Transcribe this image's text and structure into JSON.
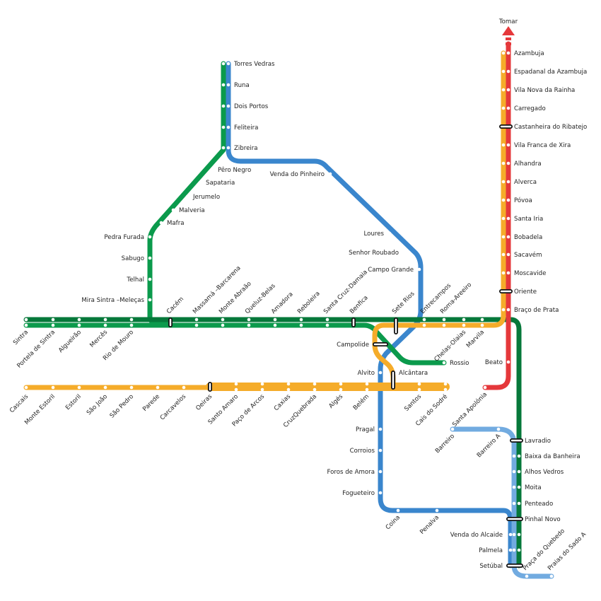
{
  "colors": {
    "green": "#0b9a4c",
    "dark_green": "#06783a",
    "blue": "#3a86cd",
    "orange": "#f5ac2a",
    "red": "#e5383b",
    "light_blue": "#72abe0"
  },
  "terminus": {
    "label": "Tomar",
    "icon": "arrow-up-icon"
  },
  "stations": {
    "sintra_line": [
      "Sintra",
      "Portela de Sintra",
      "Algueirão",
      "Mercês",
      "Rio de Mouro"
    ],
    "main_above": [
      "Cacém",
      "Massamá –Barcarena",
      "Monte Abraão",
      "Queluz-Belas",
      "Amadora",
      "Reboleira",
      "Santa Cruz-Damaia",
      "Benfica",
      "Sete Rios",
      "Entrecampos",
      "Roma-Areeiro"
    ],
    "main_below": [
      "Chelas-Olaias",
      "Marvila"
    ],
    "oeste_vertical": [
      "Pedra Furada",
      "Sabugo",
      "Telhal",
      "Mira Sintra –Meleças"
    ],
    "oeste_diagonal": [
      "Mafra",
      "Malveria",
      "Jerumelo",
      "Sapataria",
      "Pêro Negro"
    ],
    "oeste_top": [
      "Torres Vedras",
      "Runa",
      "Dois Portos",
      "Feliteira",
      "Zibreira"
    ],
    "blue_north": [
      "Venda do Pinheiro",
      "Loures",
      "Senhor Roubado",
      "Campo Grande"
    ],
    "central": [
      "Campolide",
      "Rossio",
      "Alvito",
      "Alcântara"
    ],
    "cascais_line": [
      "Cascais",
      "Monte Estoril",
      "Estoril",
      "São João",
      "São Pedro",
      "Parede",
      "Carcavelos",
      "Oeiras",
      "Santo Amaro",
      "Paço de Arcos",
      "Caxias",
      "CruzQuebrada",
      "Algés",
      "Belém",
      "Santos",
      "Cais do Sodré"
    ],
    "azambuja_line": [
      "Azambuja",
      "Espadanal da Azambuja",
      "Vila Nova da Rainha",
      "Carregado",
      "Castanheira do Ribatejo",
      "Vila Franca de Xira",
      "Alhandra",
      "Alverca",
      "Póvoa",
      "Santa Iria",
      "Bobadela",
      "Sacavém",
      "Moscavide",
      "Oriente",
      "Braço de Prata"
    ],
    "red_south": [
      "Beato",
      "Santa Apolónia"
    ],
    "blue_south": [
      "Pragal",
      "Corroios",
      "Foros de Amora",
      "Fogueteiro"
    ],
    "blue_bottom": [
      "Coina",
      "Penalva"
    ],
    "barreiro": [
      "Barreiro",
      "Barreiro A"
    ],
    "south_right": [
      "Lavradio",
      "Baixa da Banheira",
      "Alhos Vedros",
      "Moita",
      "Penteado",
      "Pinhal Novo"
    ],
    "south_left": [
      "Venda do Alcaide",
      "Palmela",
      "Setúbal"
    ],
    "sado": [
      "Praça do Quebedo",
      "Praias do Sado A"
    ]
  }
}
